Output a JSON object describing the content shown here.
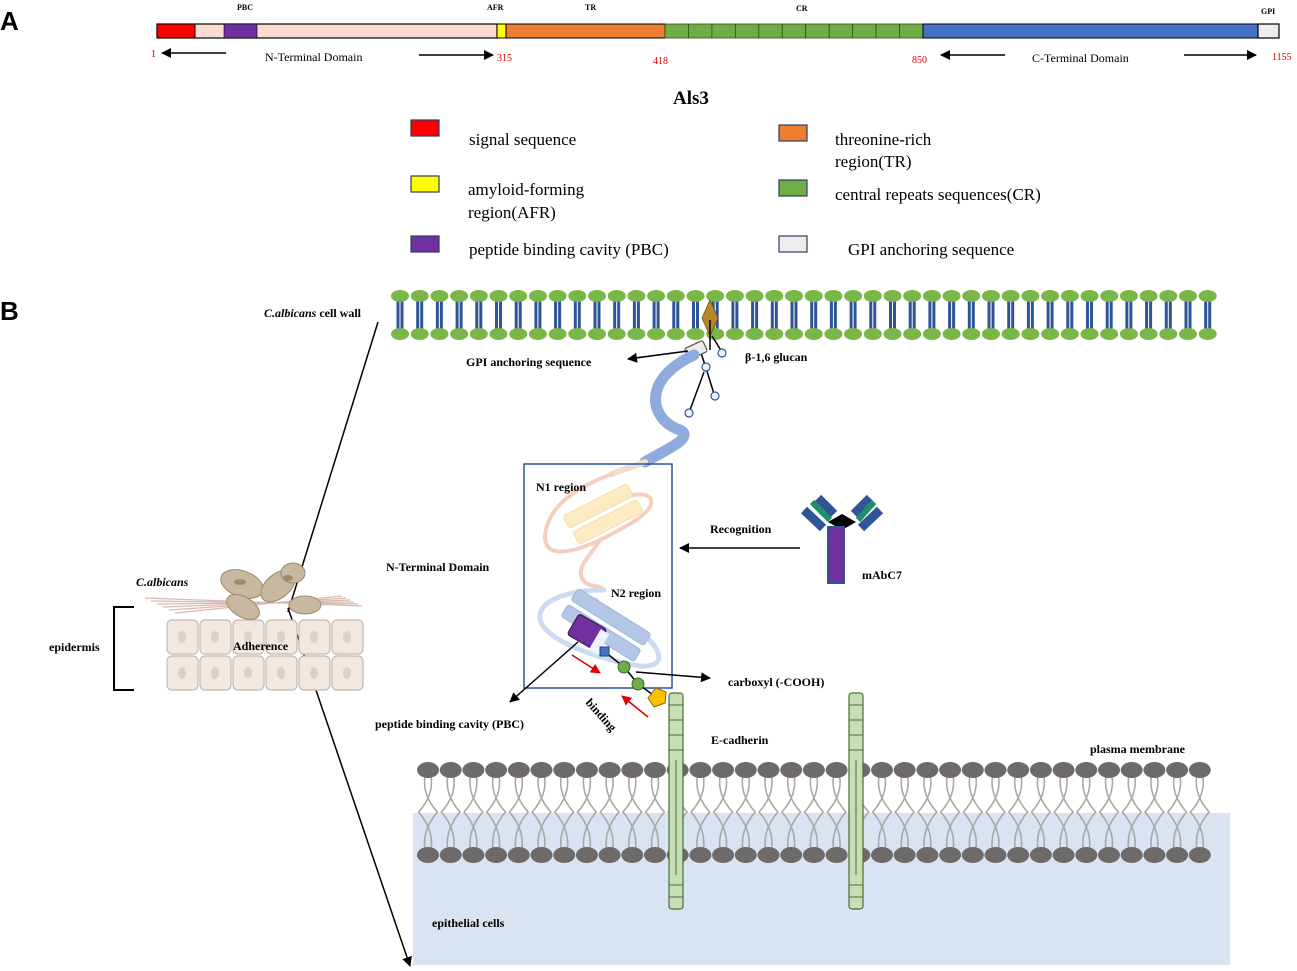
{
  "panel_labels": {
    "a": "A",
    "b": "B"
  },
  "domain_bar": {
    "segment_labels": {
      "pbc": "PBC",
      "afr": "AFR",
      "tr": "TR",
      "cr": "CR",
      "gpi": "GPI"
    },
    "positions": {
      "p1": "1",
      "p315": "315",
      "p418": "418",
      "p850": "850",
      "p1155": "1155"
    },
    "n_terminal": "N-Terminal Domain",
    "c_terminal": "C-Terminal Domain",
    "colors": {
      "signal": "#ff0000",
      "pbc": "#7030a0",
      "afr": "#ffff00",
      "tr": "#ed7d31",
      "cr": "#70ad47",
      "c_domain": "#4472c4",
      "gpi": "#ededed",
      "n_domain": "#f8dcd4"
    }
  },
  "legend": {
    "title": "Als3",
    "items": {
      "signal": "signal sequence",
      "afr_1": "amyloid-forming",
      "afr_2": "region(AFR)",
      "pbc": "peptide binding cavity (PBC)",
      "tr_1": "threonine-rich",
      "tr_2": "region(TR)",
      "cr": "central repeats sequences(CR)",
      "gpi": "GPI anchoring sequence"
    }
  },
  "panel_b": {
    "cell_wall_italic": "C.albicans",
    "cell_wall_rest": " cell wall",
    "gpi_anchor": "GPI anchoring sequence",
    "glucan": "β-1,6 glucan",
    "n1_region": "N1 region",
    "n2_region": "N2 region",
    "n_terminal": "N-Terminal Domain",
    "recognition": "Recognition",
    "antibody": "mAbC7",
    "calbicans": "C.albicans",
    "epidermis": "epidermis",
    "adherence": "Adherence",
    "carboxyl": "carboxyl (-COOH)",
    "pbc": "peptide binding cavity (PBC)",
    "binding": "binding",
    "e_cadherin": "E-cadherin",
    "plasma_membrane": "plasma membrane",
    "epithelial": "epithelial cells",
    "colors": {
      "lipid_head_top": "#7ab648",
      "lipid_tail_top": "#2f5597",
      "lipid_head_bottom": "#6e6a6a",
      "cytoplasm": "#d9e3f1",
      "protein_strand": "#8faadc",
      "cadherin": "#c5e0b4"
    }
  }
}
